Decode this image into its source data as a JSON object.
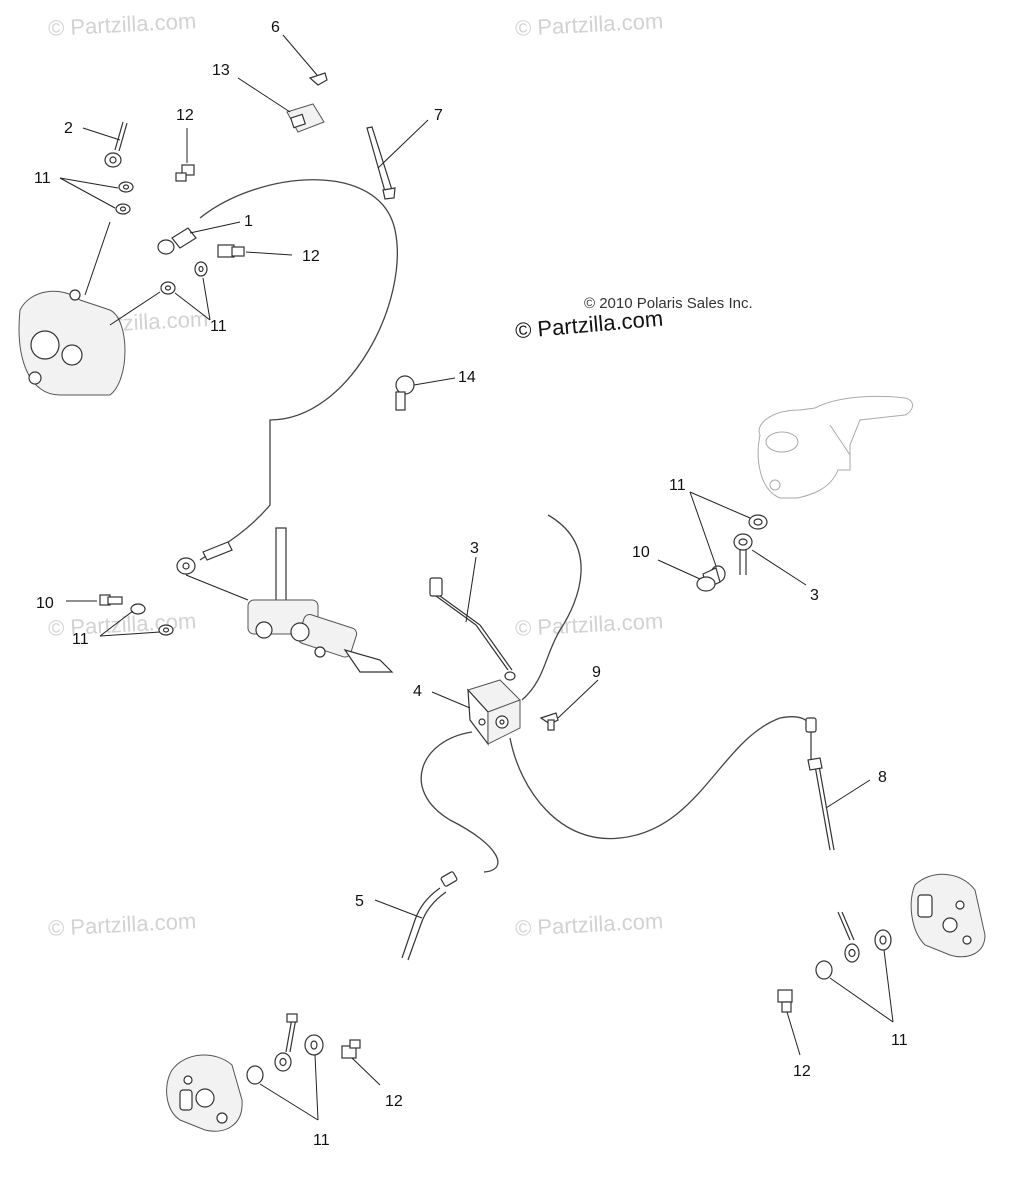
{
  "watermark": "© Partzilla.com",
  "copyright": "© 2010 Polaris Sales Inc.",
  "brand": "© Partzilla.com",
  "callouts": {
    "c1": "1",
    "c2": "2",
    "c3a": "3",
    "c3b": "3",
    "c4": "4",
    "c5": "5",
    "c6": "6",
    "c7": "7",
    "c8": "8",
    "c9": "9",
    "c10a": "10",
    "c10b": "10",
    "c11a": "11",
    "c11b": "11",
    "c11c": "11",
    "c11d": "11",
    "c11e": "11",
    "c11f": "11",
    "c12a": "12",
    "c12b": "12",
    "c12c": "12",
    "c12d": "12",
    "c13": "13",
    "c14": "14"
  }
}
